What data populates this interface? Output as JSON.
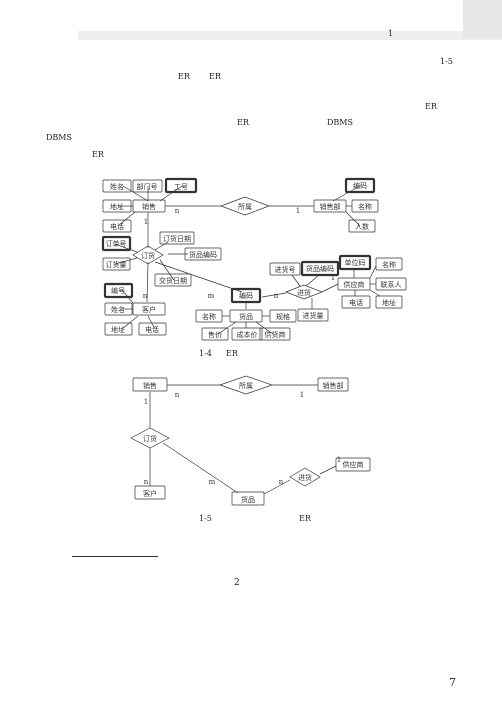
{
  "header": {
    "page_marker": "1",
    "corner_label": ""
  },
  "body_text": {
    "t1": "1-5",
    "t2a": "ER",
    "t2b": "ER",
    "t3": "ER",
    "t4a": "ER",
    "t4b": "DBMS",
    "t5": "DBMS",
    "t6": "ER"
  },
  "figure1": {
    "caption_num": "1-4",
    "caption_label": "ER",
    "entities": {
      "sales": "销售",
      "sales_dept": "销售部",
      "order": "订货",
      "customer": "客户",
      "goods": "货品",
      "supply": "进货",
      "supplier": "供应商",
      "belong": "所属"
    },
    "attrs": {
      "name": "姓名",
      "dept_no": "部门号",
      "emp_no": "工号",
      "address": "地址",
      "phone": "电话",
      "code": "编码",
      "dname": "名称",
      "people": "人数",
      "order_no": "订单号",
      "order_qty": "订货量",
      "order_date": "订货日期",
      "goods_code": "货品编码",
      "deliver_date": "交货日期",
      "cust_no": "编号",
      "cust_name": "姓名",
      "cust_addr": "地址",
      "cust_phone": "电话",
      "g_code": "编码",
      "g_name": "名称",
      "g_spec": "规格",
      "price": "售价",
      "cost": "成本价",
      "g_supplier": "供货商",
      "in_no": "进货号",
      "in_goods_code": "货品编码",
      "in_qty": "进货量",
      "unit_code": "单位码",
      "s_name": "名称",
      "contact": "联系人",
      "s_phone": "电话",
      "s_addr": "地址"
    },
    "cardinality": {
      "n1": "n",
      "one1": "1",
      "one2": "1",
      "n2": "n",
      "m1": "m",
      "n3": "n",
      "one3": "1"
    }
  },
  "figure2": {
    "caption_num": "1-5",
    "caption_label": "ER",
    "entities": {
      "sales": "销售",
      "belong": "所属",
      "sales_dept": "销售部",
      "order": "订货",
      "customer": "客户",
      "goods": "货品",
      "supply": "进货",
      "supplier": "供应商"
    },
    "cardinality": {
      "n1": "n",
      "one1": "1",
      "one2": "1",
      "n2": "n",
      "m1": "m",
      "n3": "n",
      "one3": "1"
    }
  },
  "footer": {
    "footnote_num": "2",
    "page_number": "7"
  }
}
